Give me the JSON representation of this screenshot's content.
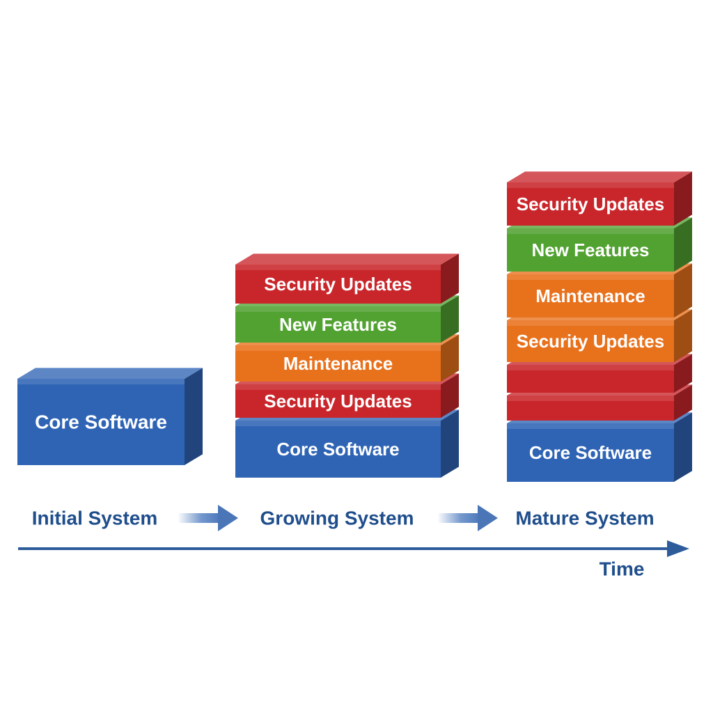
{
  "colors": {
    "blue": "#2f64b5",
    "red": "#c9262b",
    "green": "#52a232",
    "orange": "#e8711c",
    "label": "#1f4e8c"
  },
  "stages": [
    {
      "label": "Initial System",
      "blocks": [
        {
          "label": "Core Software",
          "color": "blue"
        }
      ]
    },
    {
      "label": "Growing System",
      "blocks": [
        {
          "label": "Core Software",
          "color": "blue"
        },
        {
          "label": "Security Updates",
          "color": "red"
        },
        {
          "label": "Maintenance",
          "color": "orange"
        },
        {
          "label": "New Features",
          "color": "green"
        },
        {
          "label": "Security Updates",
          "color": "red"
        }
      ]
    },
    {
      "label": "Mature System",
      "blocks": [
        {
          "label": "Core Software",
          "color": "blue"
        },
        {
          "label": "",
          "color": "red"
        },
        {
          "label": "",
          "color": "red"
        },
        {
          "label": "Security Updates",
          "color": "orange"
        },
        {
          "label": "Maintenance",
          "color": "orange"
        },
        {
          "label": "New Features",
          "color": "green"
        },
        {
          "label": "Security Updates",
          "color": "red"
        }
      ]
    }
  ],
  "axis": {
    "label": "Time"
  }
}
